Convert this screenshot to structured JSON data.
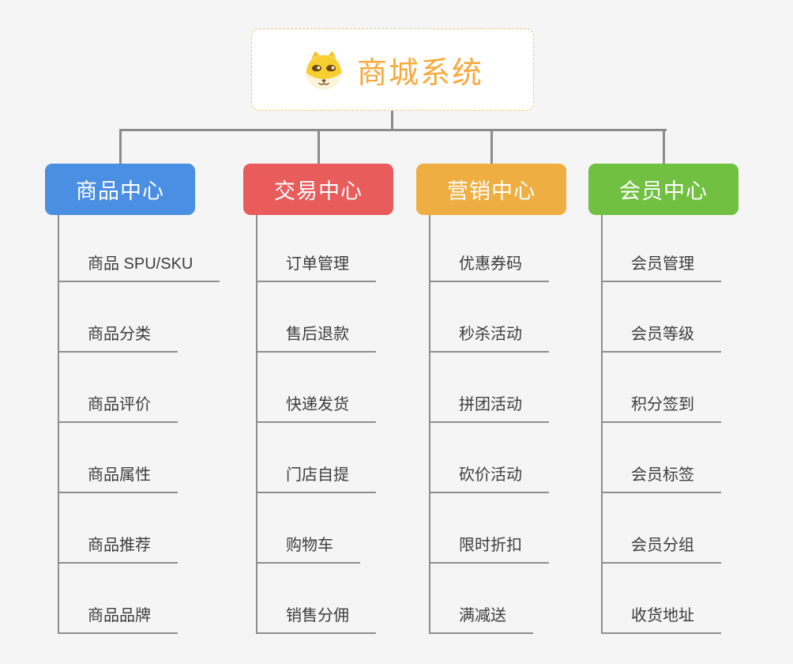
{
  "root": {
    "title": "商城系统",
    "icon": "shiba-dog-icon",
    "title_color": "#F7A93C",
    "border_color": "#F2C479"
  },
  "branches": [
    {
      "label": "商品中心",
      "color": "#4B8FE2",
      "items": [
        "商品 SPU/SKU",
        "商品分类",
        "商品评价",
        "商品属性",
        "商品推荐",
        "商品品牌"
      ]
    },
    {
      "label": "交易中心",
      "color": "#E85C5C",
      "items": [
        "订单管理",
        "售后退款",
        "快递发货",
        "门店自提",
        "购物车",
        "销售分佣"
      ]
    },
    {
      "label": "营销中心",
      "color": "#EFAE41",
      "items": [
        "优惠券码",
        "秒杀活动",
        "拼团活动",
        "砍价活动",
        "限时折扣",
        "满减送"
      ]
    },
    {
      "label": "会员中心",
      "color": "#72C041",
      "items": [
        "会员管理",
        "会员等级",
        "积分签到",
        "会员标签",
        "会员分组",
        "收货地址"
      ]
    }
  ],
  "colors": {
    "background": "#F5F5F5",
    "connector": "#8C8C8C",
    "item_underline": "#8E8E8E",
    "item_text": "#3D3D3D",
    "branch_text": "#FFFFFF"
  }
}
